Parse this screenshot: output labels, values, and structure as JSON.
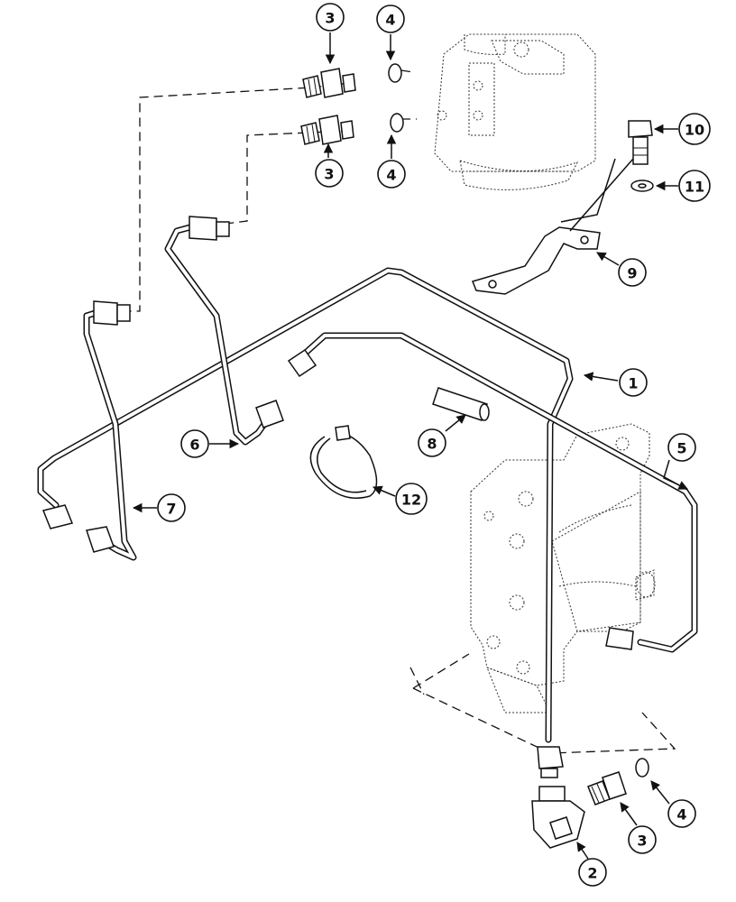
{
  "callouts": {
    "c1": "1",
    "c2": "2",
    "c3_top": "3",
    "c3_mid": "3",
    "c3_bottom": "3",
    "c4_top": "4",
    "c4_mid": "4",
    "c4_bottom": "4",
    "c5": "5",
    "c6": "6",
    "c7": "7",
    "c8": "8",
    "c9": "9",
    "c10": "10",
    "c11": "11",
    "c12": "12"
  },
  "colors": {
    "ink": "#111111",
    "background": "#ffffff"
  }
}
